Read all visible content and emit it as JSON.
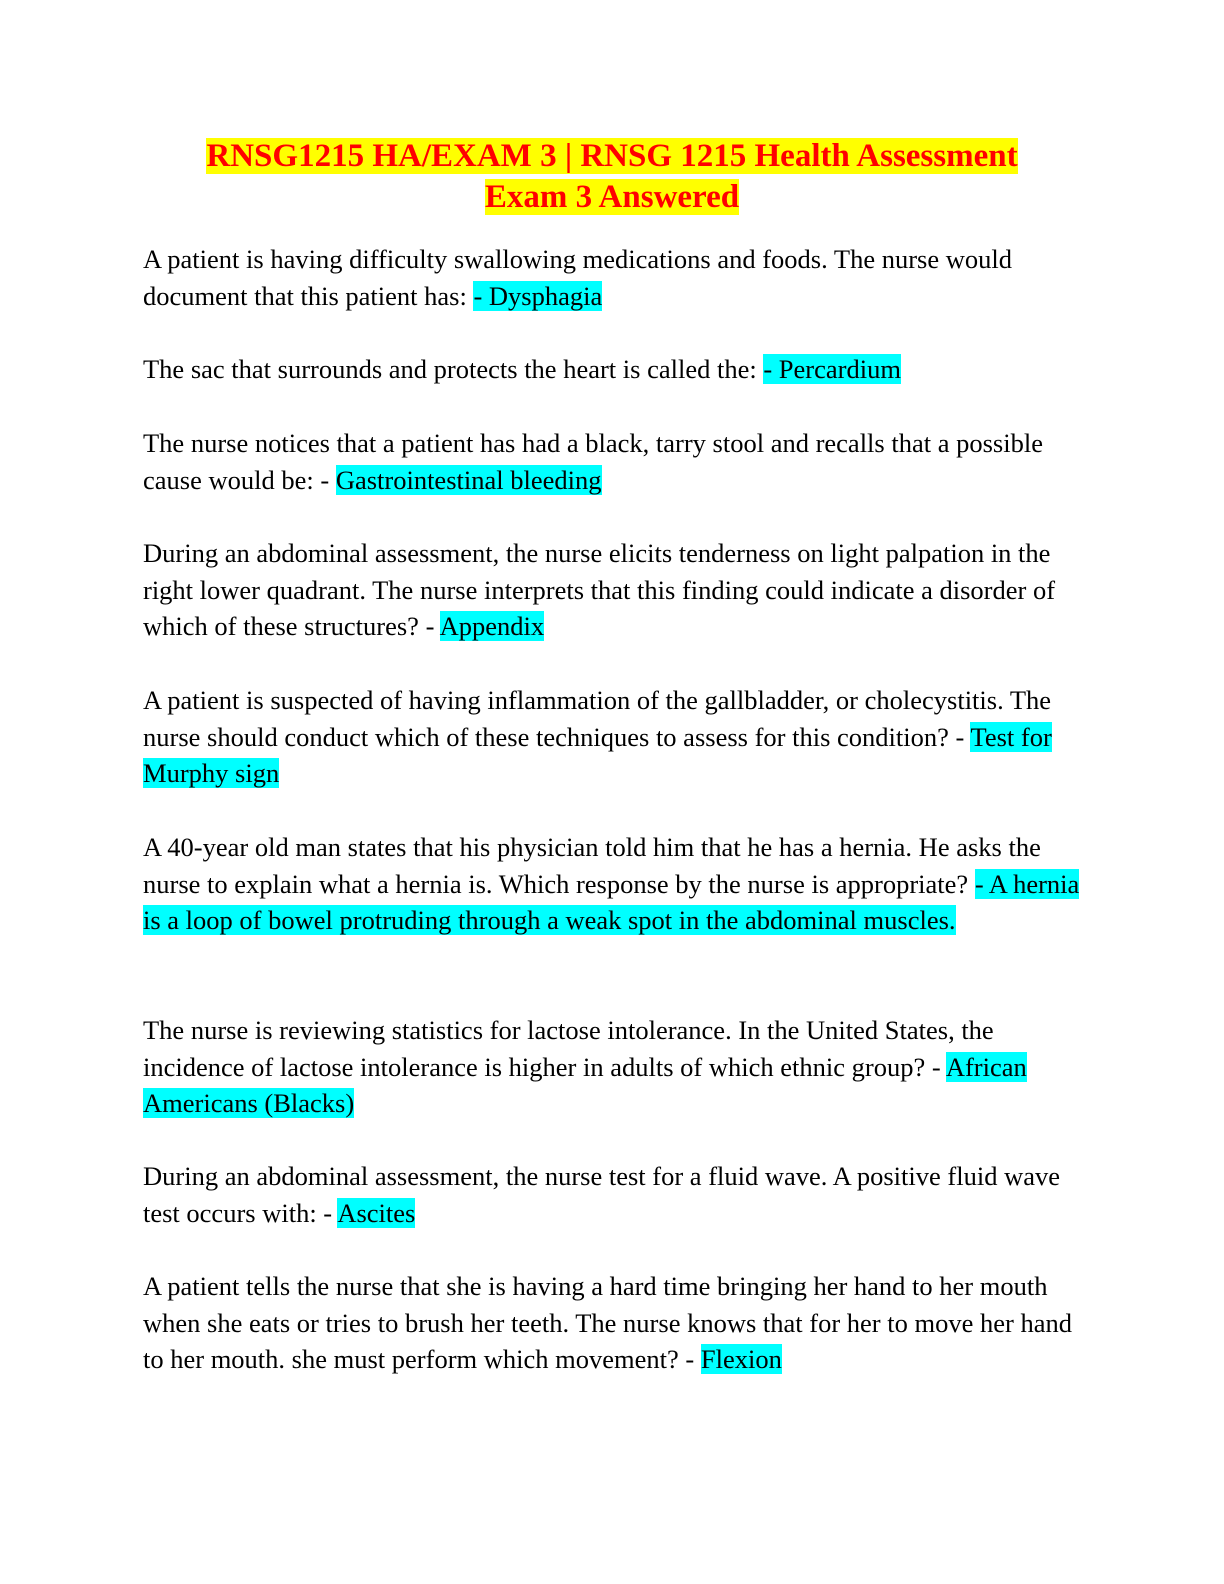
{
  "document": {
    "title_line1": "RNSG1215 HA/EXAM 3 | RNSG 1215 Health Assessment",
    "title_line2": "Exam 3 Answered"
  },
  "qa": [
    {
      "question": "A patient is having difficulty swallowing medications and foods. The nurse would document that this patient has: ",
      "answer": "- Dysphagia"
    },
    {
      "question": "The sac that surrounds and protects the heart is called the: ",
      "answer": "- Percardium"
    },
    {
      "question": "The nurse notices that a patient has had a black, tarry stool and recalls that a possible cause would be: - ",
      "answer": "Gastrointestinal bleeding"
    },
    {
      "question": "During an abdominal assessment, the nurse elicits tenderness on light palpation in the right lower quadrant. The nurse interprets that this finding could indicate a disorder of which of these structures? - ",
      "answer": "Appendix"
    },
    {
      "question": "A patient is suspected of having inflammation of the gallbladder, or cholecystitis. The nurse should conduct which of these techniques to assess for this condition? - ",
      "answer": "Test for Murphy sign"
    },
    {
      "question": "A 40-year old man states that his physician told him that he has a hernia. He asks the nurse to explain what a hernia is. Which response by the nurse is appropriate? ",
      "answer": "- A hernia is a loop of bowel protruding through a weak spot in the abdominal muscles."
    },
    {
      "question": "The nurse is reviewing statistics for lactose intolerance. In the United States, the incidence of lactose intolerance is higher in adults of which ethnic group? - ",
      "answer": "African Americans (Blacks)"
    },
    {
      "question": "During an abdominal assessment, the nurse test for a fluid wave. A positive fluid wave test occurs with: - ",
      "answer": "Ascites"
    },
    {
      "question": "A patient tells the nurse that she is having a hard time bringing her hand to her mouth when she eats or tries to brush her teeth. The nurse knows that for her to move her hand to her mouth. she must perform which movement? - ",
      "answer": "Flexion"
    }
  ],
  "colors": {
    "title_text": "#ff0000",
    "title_highlight": "#ffff00",
    "answer_highlight": "#00ffff"
  }
}
